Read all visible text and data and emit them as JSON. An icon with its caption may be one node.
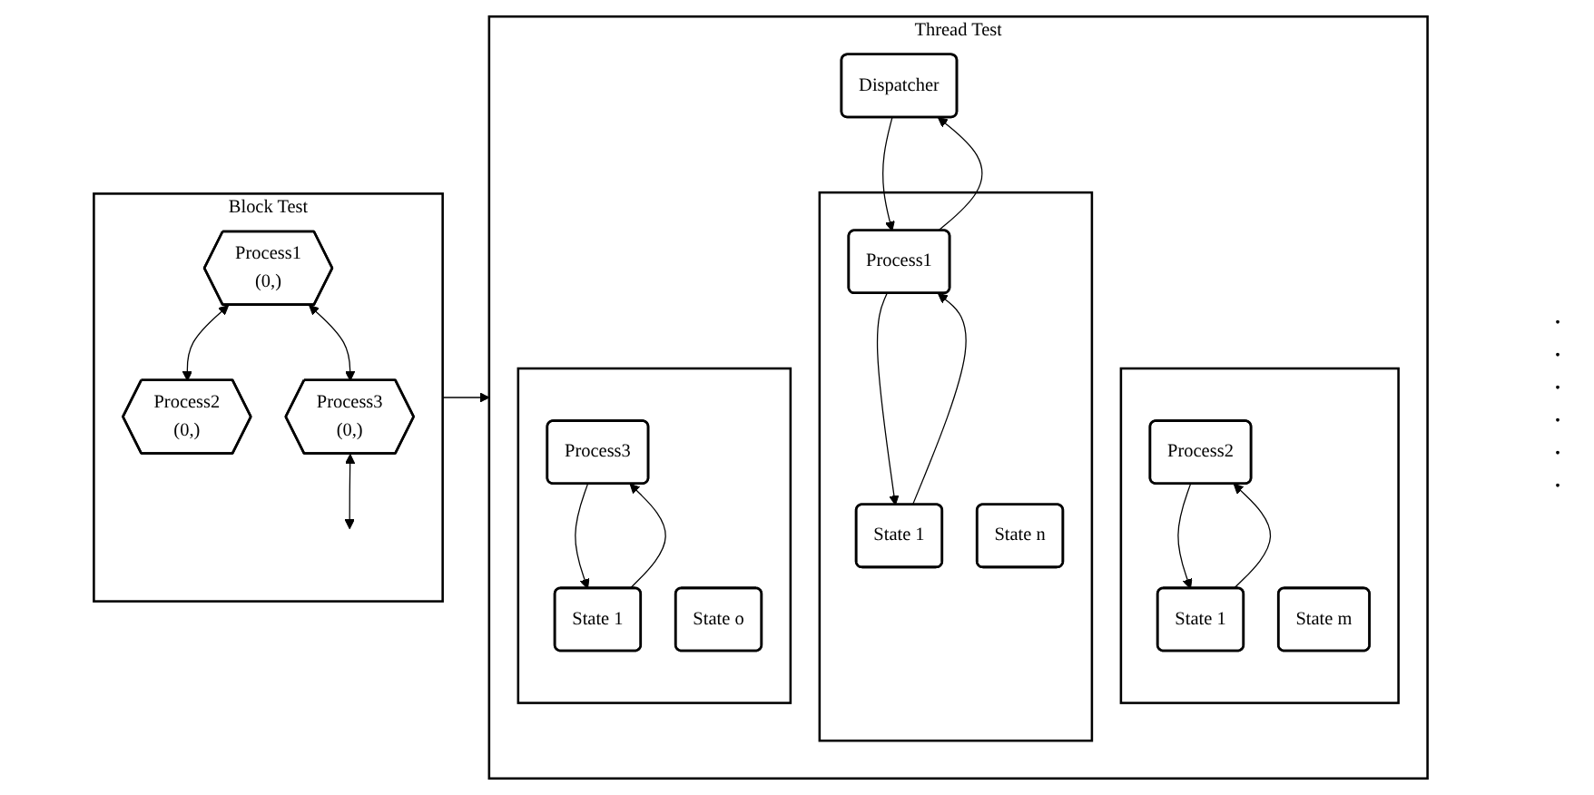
{
  "diagram": {
    "nodes": [
      {
        "text": [
          "Block Test"
        ]
      },
      {
        "text": [
          "Process1",
          "(0,)"
        ],
        "in": 0
      },
      {
        "text": [
          "Process2",
          "(0,)"
        ],
        "in": 0
      },
      {
        "text": [
          "Process3",
          "(0,)"
        ],
        "in": 0
      },
      {
        "text": [
          "Thread Test"
        ]
      },
      {
        "text": [
          "Dispatcher"
        ],
        "in": 4
      },
      {
        "text": [],
        "shape": "box",
        "in": 4
      },
      {
        "text": [
          "Process1"
        ],
        "in": 6
      },
      {
        "text": [
          "State 1"
        ],
        "in": 6
      },
      {
        "text": [
          "State n"
        ],
        "in": 6
      },
      {
        "text": [],
        "shape": "box",
        "in": 4
      },
      {
        "text": [
          "Process2"
        ],
        "in": 10
      },
      {
        "text": [
          "State 1"
        ],
        "in": 10
      },
      {
        "text": [
          "State m"
        ],
        "in": 10
      },
      {
        "text": [],
        "shape": "box",
        "in": 4
      },
      {
        "text": [
          "Process3"
        ],
        "in": 14
      },
      {
        "text": [
          "State 1"
        ],
        "in": 14
      },
      {
        "text": [
          "State o"
        ],
        "in": 14
      }
    ],
    "edges": [
      {
        "from": 1,
        "to": 2,
        "arrow": "both"
      },
      {
        "from": 1,
        "to": 3,
        "arrow": "both"
      },
      {
        "from": 3,
        "to": null,
        "arrow": "both"
      },
      {
        "from": 0,
        "to": 4,
        "arrow": "to"
      },
      {
        "from": 5,
        "to": 7,
        "arrow": "to"
      },
      {
        "from": 7,
        "to": 5,
        "arrow": "to"
      },
      {
        "from": 7,
        "to": 8,
        "arrow": "to"
      },
      {
        "from": 8,
        "to": 7,
        "arrow": "to"
      },
      {
        "from": 11,
        "to": 12,
        "arrow": "to"
      },
      {
        "from": 12,
        "to": 11,
        "arrow": "to"
      },
      {
        "from": 15,
        "to": 16,
        "arrow": "to"
      },
      {
        "from": 16,
        "to": 15,
        "arrow": "to"
      }
    ],
    "labels": [
      ".",
      ".",
      ".",
      ".",
      ".",
      "."
    ]
  }
}
